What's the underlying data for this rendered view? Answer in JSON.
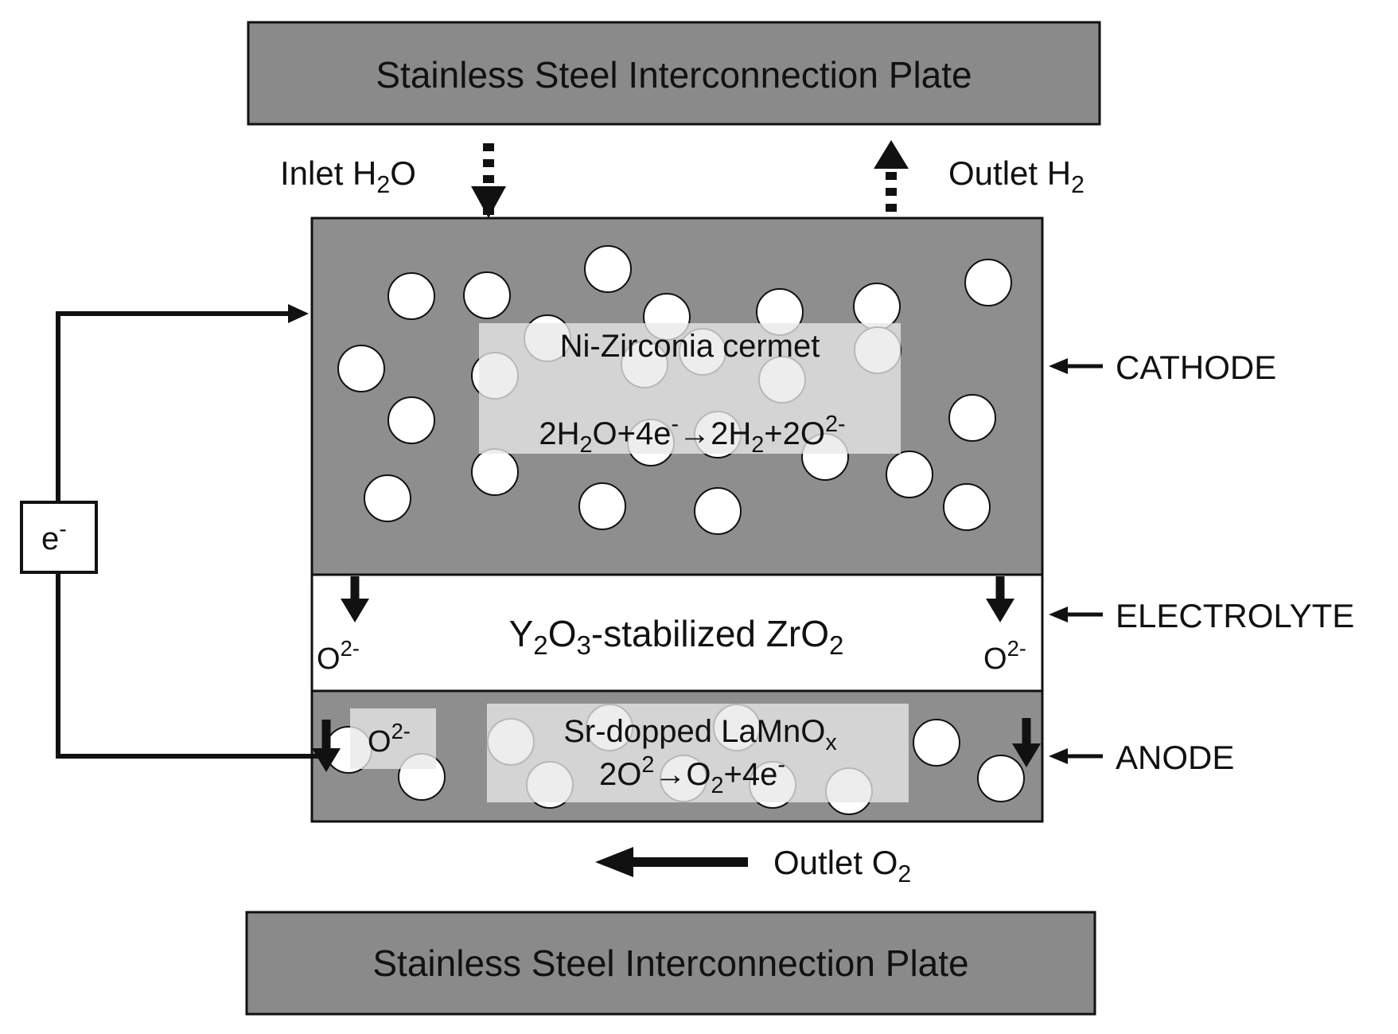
{
  "colors": {
    "plate_fill": "#8a8a8a",
    "electrode_fill": "#8e8e8e",
    "electrolyte_fill": "#ffffff",
    "pore_fill": "#ffffff",
    "label_box_fill": "#e8e8e8",
    "stroke": "#111111"
  },
  "plates": {
    "top": "Stainless Steel Interconnection Plate",
    "bottom": "Stainless Steel Interconnection Plate"
  },
  "flows": {
    "inlet_h2o": {
      "text": "Inlet H",
      "sub": "2",
      "tail": "O"
    },
    "outlet_h2": {
      "text": "Outlet H",
      "sub": "2"
    },
    "outlet_o2": {
      "text": "Outlet O",
      "sub": "2"
    }
  },
  "circuit": {
    "electron_base": "e",
    "electron_sup": "-"
  },
  "cathode": {
    "material": "Ni-Zirconia cermet",
    "reaction": [
      {
        "t": "2H"
      },
      {
        "t": "2",
        "s": "sub"
      },
      {
        "t": "O+4e"
      },
      {
        "t": "-",
        "s": "sup"
      },
      {
        "t": "→2H"
      },
      {
        "t": "2",
        "s": "sub"
      },
      {
        "t": "+2O"
      },
      {
        "t": "2-",
        "s": "sup"
      }
    ]
  },
  "electrolyte": {
    "material": [
      {
        "t": "Y"
      },
      {
        "t": "2",
        "s": "sub"
      },
      {
        "t": "O"
      },
      {
        "t": "3",
        "s": "sub"
      },
      {
        "t": "-stabilized ZrO"
      },
      {
        "t": "2",
        "s": "sub"
      }
    ],
    "ion_base": "O",
    "ion_sup": "2-"
  },
  "anode": {
    "ion_base": "O",
    "ion_sup": "2-",
    "material": [
      {
        "t": "Sr-dopped LaMnO"
      },
      {
        "t": "x",
        "s": "sub"
      }
    ],
    "reaction": [
      {
        "t": "2O"
      },
      {
        "t": "2",
        "s": "sup"
      },
      {
        "t": "→O"
      },
      {
        "t": "2",
        "s": "sub"
      },
      {
        "t": "+4e"
      },
      {
        "t": "-",
        "s": "sup"
      }
    ]
  },
  "layer_labels": {
    "cathode": "CATHODE",
    "electrolyte": "ELECTROLYTE",
    "anode": "ANODE"
  }
}
